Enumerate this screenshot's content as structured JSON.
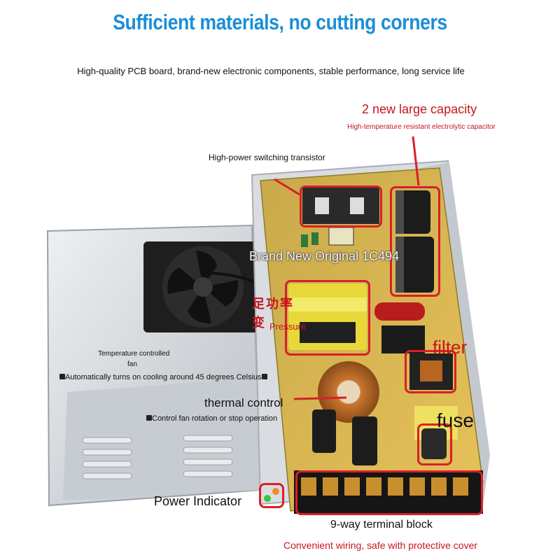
{
  "header": {
    "title": "Sufficient materials, no cutting corners",
    "subtitle": "High-quality PCB board, brand-new electronic components, stable performance, long service life",
    "title_color": "#1b8fd6"
  },
  "callouts": {
    "capacitor_title": "2 new large capacity",
    "capacitor_sub": "High-temperature resistant electrolytic capacitor",
    "transistor": "High-power switching transistor",
    "ic": "Brand New Original 1C494",
    "transformer_cn_1": "足功率",
    "transformer_cn_2": "变",
    "transformer_en": "Pressure",
    "filter": "filter",
    "fan_title_1": "Temperature controlled",
    "fan_title_2": "fan",
    "fan_desc": "Automatically turns on cooling around 45 degrees Celsius",
    "thermal_title": "thermal control",
    "thermal_desc": "Control fan rotation or stop operation",
    "fuse": "fuse",
    "power_indicator": "Power Indicator",
    "terminal_title": "9-way terminal block",
    "terminal_desc": "Convenient wiring, safe with protective cover"
  },
  "colors": {
    "accent_red": "#c8161d",
    "callout_ring": "#d8202a",
    "pcb": "#d7b23c"
  }
}
